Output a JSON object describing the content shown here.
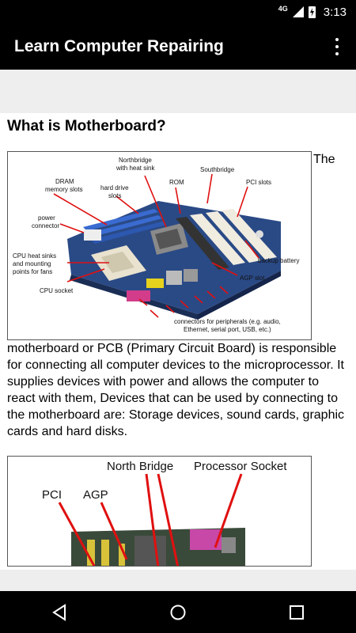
{
  "status_bar": {
    "network": "4G",
    "time": "3:13"
  },
  "app_bar": {
    "title": "Learn Computer Repairing"
  },
  "article": {
    "heading": "What is Motherboard?",
    "paragraph": "The motherboard or PCB (Primary Circuit Board) is responsible for connecting all computer devices to the microprocessor. It supplies devices with power and allows the computer to react with them, Devices that can be used by connecting to the motherboard are: Storage devices, sound cards, graphic cards and hard disks.",
    "figure1": {
      "labels": {
        "northbridge": "Northbridge",
        "northbridge2": "with heat sink",
        "southbridge": "Southbridge",
        "dram": "DRAM",
        "dram2": "memory slots",
        "hdd": "hard drive",
        "hdd2": "slots",
        "rom": "ROM",
        "pci": "PCI slots",
        "power": "power",
        "power2": "connector",
        "cpuheat": "CPU heat sinks",
        "cpuheat2": "and mounting",
        "cpuheat3": "points for fans",
        "backup": "backup battery",
        "agp": "AGP slot",
        "cpusocket": "CPU socket",
        "connectors": "connectors for peripherals (e.g. audio,",
        "connectors2": "Ethernet, serial port, USB, etc.)"
      }
    },
    "figure2": {
      "labels": {
        "north": "North Bridge",
        "socket": "Processor Socket",
        "pci": "PCI",
        "agp": "AGP"
      }
    }
  },
  "nav": {
    "back_icon": "back-triangle-icon",
    "home_icon": "home-circle-icon",
    "recents_icon": "recents-square-icon"
  },
  "colors": {
    "accent_red": "#e01010",
    "board_blue": "#2a4a86",
    "bars": "#000000"
  }
}
